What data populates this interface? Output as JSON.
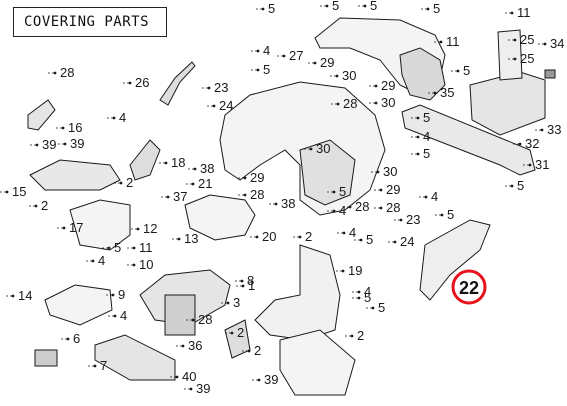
{
  "title": "COVERING PARTS",
  "highlight": {
    "label": "22",
    "color": "#e8121c"
  },
  "callouts": [
    "5",
    "5",
    "5",
    "5",
    "11",
    "4",
    "5",
    "27",
    "29",
    "30",
    "28",
    "28",
    "26",
    "23",
    "24",
    "25",
    "34",
    "25",
    "5",
    "11",
    "35",
    "29",
    "30",
    "33",
    "5",
    "4",
    "5",
    "16",
    "4",
    "39",
    "39",
    "18",
    "30",
    "32",
    "31",
    "2",
    "15",
    "2",
    "38",
    "21",
    "37",
    "29",
    "28",
    "38",
    "17",
    "12",
    "13",
    "20",
    "30",
    "29",
    "28",
    "4",
    "5",
    "28",
    "4",
    "5",
    "23",
    "24",
    "5",
    "11",
    "10",
    "14",
    "9",
    "4",
    "19",
    "2",
    "8",
    "3",
    "4",
    "5",
    "28",
    "6",
    "36",
    "2",
    "7",
    "40",
    "39",
    "39",
    "22",
    "2",
    "5",
    "4",
    "2",
    "5",
    "1",
    "4",
    "5"
  ],
  "colors": {
    "line": "#1a1a1a",
    "highlight": "#e8121c",
    "part_fill": "#f4f4f4",
    "part_shade": "#c9c9c9"
  }
}
